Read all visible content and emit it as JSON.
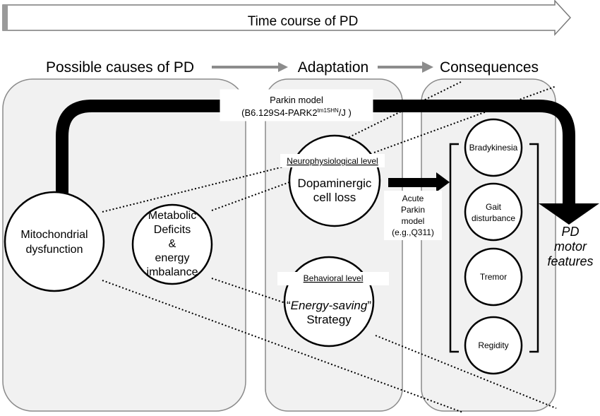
{
  "timeline": {
    "label": "Time course of PD"
  },
  "headers": {
    "causes": "Possible causes of PD",
    "adaptation": "Adaptation",
    "consequences": "Consequences"
  },
  "parkin_model": {
    "line1": "Parkin model",
    "prefix": "(B6.129S4-PARK2",
    "superscript": "tm1SHN",
    "suffix": "/J )"
  },
  "causes": {
    "mito_line1": "Mitochondrial",
    "mito_line2": "dysfunction",
    "meta_line1": "Metabolic",
    "meta_line2": "Deficits",
    "meta_line3": "&",
    "meta_line4": "energy",
    "meta_line5": "imbalance"
  },
  "adaptation": {
    "neuro_label": "Neurophysiological level",
    "dopa_line1": "Dopaminergic",
    "dopa_line2": "cell loss",
    "behav_label": "Behavioral level",
    "energy_open": "“",
    "energy_italic": "Energy-saving",
    "energy_close": "”",
    "energy_line2": "Strategy"
  },
  "acute": {
    "line1": "Acute",
    "line2": "Parkin",
    "line3": "model",
    "line4": "(e.g.,Q311)"
  },
  "consequences": {
    "brady": "Bradykinesia",
    "gait_line1": "Gait",
    "gait_line2": "disturbance",
    "tremor": "Tremor",
    "rigidity": "Regidity"
  },
  "pd_features": {
    "line1": "PD",
    "line2": "motor",
    "line3": "features"
  },
  "colors": {
    "panel_fill": "#f1f1f1",
    "panel_stroke": "#8a8a8a",
    "arrow_gray": "#8c8c8c",
    "black": "#000000"
  }
}
